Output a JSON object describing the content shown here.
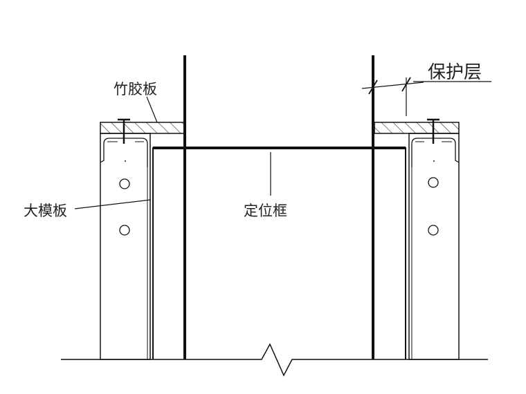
{
  "labels": {
    "bamboo_plywood": "竹胶板",
    "protective_layer": "保护层",
    "large_formwork": "大模板",
    "positioning_frame": "定位框"
  },
  "colors": {
    "line": "#111111",
    "background": "#ffffff"
  }
}
